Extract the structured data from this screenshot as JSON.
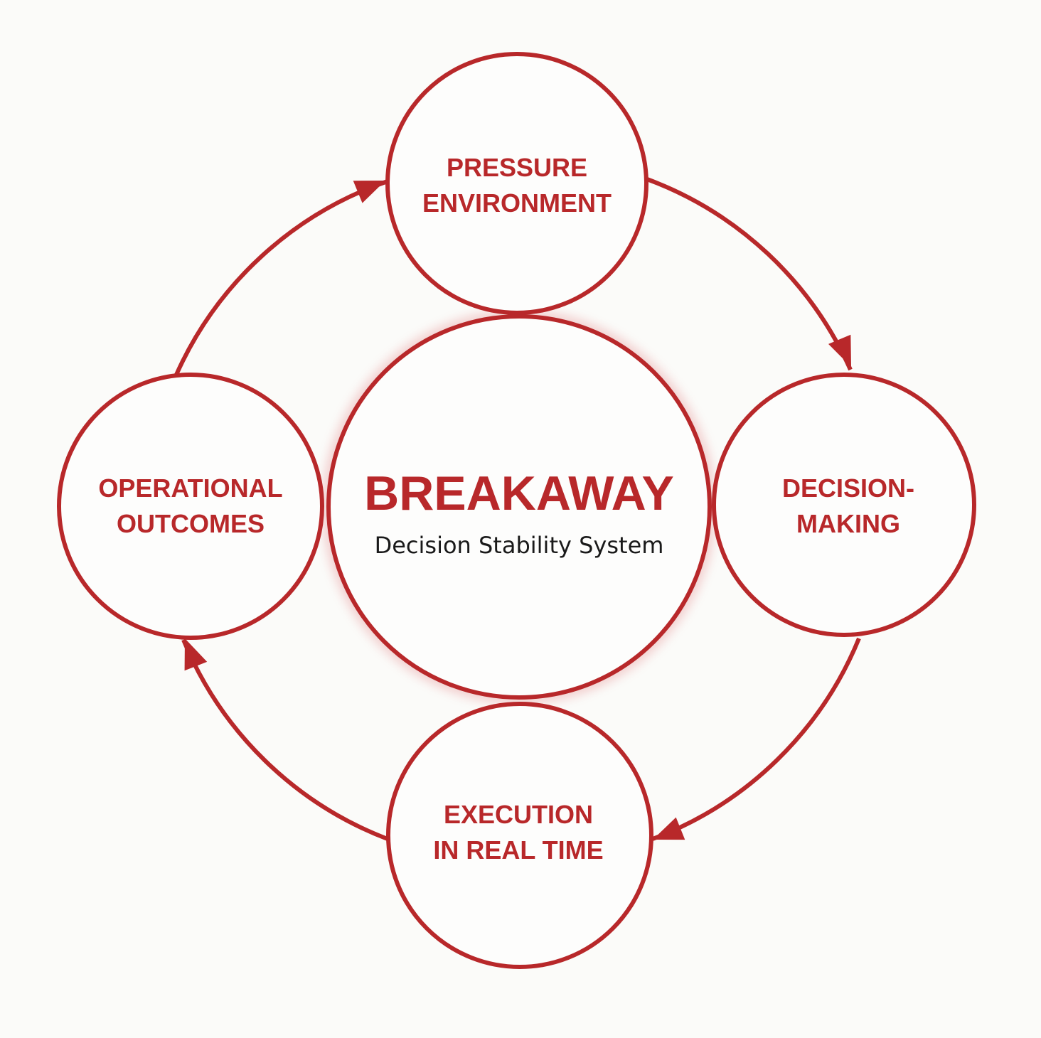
{
  "center": {
    "title": "BREAKAWAY",
    "subtitle": "Decision Stability System"
  },
  "nodes": [
    {
      "line1": "PRESSURE",
      "line2": "ENVIRONMENT"
    },
    {
      "line1": "DECISION-",
      "line2": "MAKING"
    },
    {
      "line1": "EXECUTION",
      "line2": "IN REAL TIME"
    },
    {
      "line1": "OPERATIONAL",
      "line2": "OUTCOMES"
    }
  ],
  "colors": {
    "accent": "#b8282a",
    "text": "#1a1a1a",
    "background": "#fbfbf9"
  }
}
